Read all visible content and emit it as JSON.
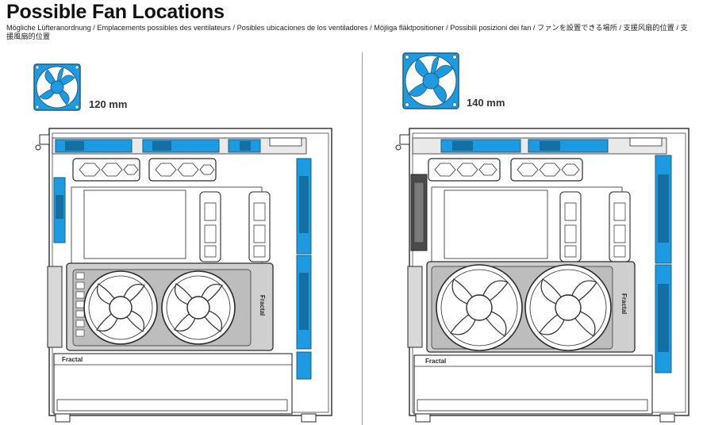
{
  "page": {
    "title": "Possible Fan Locations",
    "subtitle": "Mögliche Lüfteranordnung / Emplacements possibles des ventilateurs / Posibles ubicaciones de los ventiladores / Möjliga fläktpositioner / Possibili posizioni dei fan / ファンを設置できる場所 / 支援风扇的位置 / 支援風扇的位置"
  },
  "panels": [
    {
      "fan_size_label": "120 mm",
      "brand_top": "Fractal",
      "brand_bottom": "Fractal"
    },
    {
      "fan_size_label": "140 mm",
      "brand_top": "Fractal",
      "brand_bottom": "Fractal"
    }
  ],
  "colors": {
    "fan_blue": "#1e9be0",
    "fan_dark": "#1a5f86",
    "panel_gray": "#cfcfcf",
    "line": "#2a2a2a"
  },
  "icons": [
    "fan-icon",
    "fan-rotor-icon"
  ]
}
